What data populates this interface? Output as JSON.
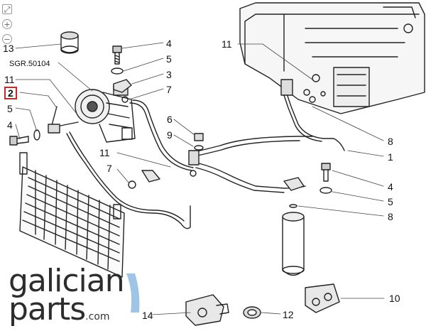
{
  "toolbar": {
    "expand_icon": "expand-icon",
    "zoom_in_icon": "zoom-in-icon",
    "zoom_out_icon": "zoom-out-icon",
    "expand_glyph": "⤢",
    "zoom_in_glyph": "+",
    "zoom_out_glyph": "−"
  },
  "diagram": {
    "reference": "SGR.50104",
    "highlight_color": "#c62828",
    "callouts": [
      "13",
      "11",
      "2",
      "5",
      "4",
      "4",
      "5",
      "3",
      "7",
      "6",
      "9",
      "11",
      "7",
      "11",
      "8",
      "1",
      "4",
      "5",
      "8",
      "10",
      "14",
      "12"
    ]
  },
  "brand": {
    "line1": "galician",
    "line2": "parts",
    "domain": ".com",
    "accent_color": "#9ec4e6"
  }
}
